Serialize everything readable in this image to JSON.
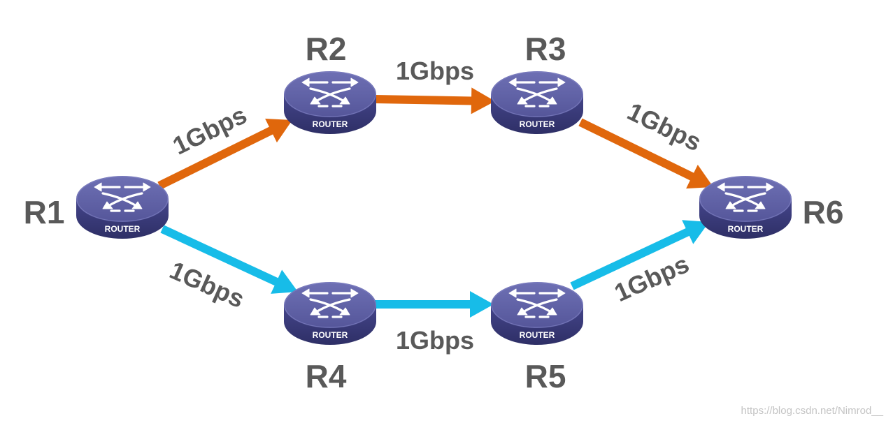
{
  "colors": {
    "top_path": "#E0670C",
    "bottom_path": "#17BCE8",
    "router_top": "#5B5C9E",
    "router_side": "#3A3B78",
    "label_text": "#595959"
  },
  "icon": "router-icon",
  "routers": [
    {
      "id": "R1",
      "name": "R1",
      "caption": "ROUTER"
    },
    {
      "id": "R2",
      "name": "R2",
      "caption": "ROUTER"
    },
    {
      "id": "R3",
      "name": "R3",
      "caption": "ROUTER"
    },
    {
      "id": "R4",
      "name": "R4",
      "caption": "ROUTER"
    },
    {
      "id": "R5",
      "name": "R5",
      "caption": "ROUTER"
    },
    {
      "id": "R6",
      "name": "R6",
      "caption": "ROUTER"
    }
  ],
  "links": [
    {
      "from": "R1",
      "to": "R2",
      "label": "1Gbps",
      "path": "top"
    },
    {
      "from": "R2",
      "to": "R3",
      "label": "1Gbps",
      "path": "top"
    },
    {
      "from": "R3",
      "to": "R6",
      "label": "1Gbps",
      "path": "top"
    },
    {
      "from": "R1",
      "to": "R4",
      "label": "1Gbps",
      "path": "bottom"
    },
    {
      "from": "R4",
      "to": "R5",
      "label": "1Gbps",
      "path": "bottom"
    },
    {
      "from": "R5",
      "to": "R6",
      "label": "1Gbps",
      "path": "bottom"
    }
  ],
  "watermark": "https://blog.csdn.net/Nimrod__"
}
